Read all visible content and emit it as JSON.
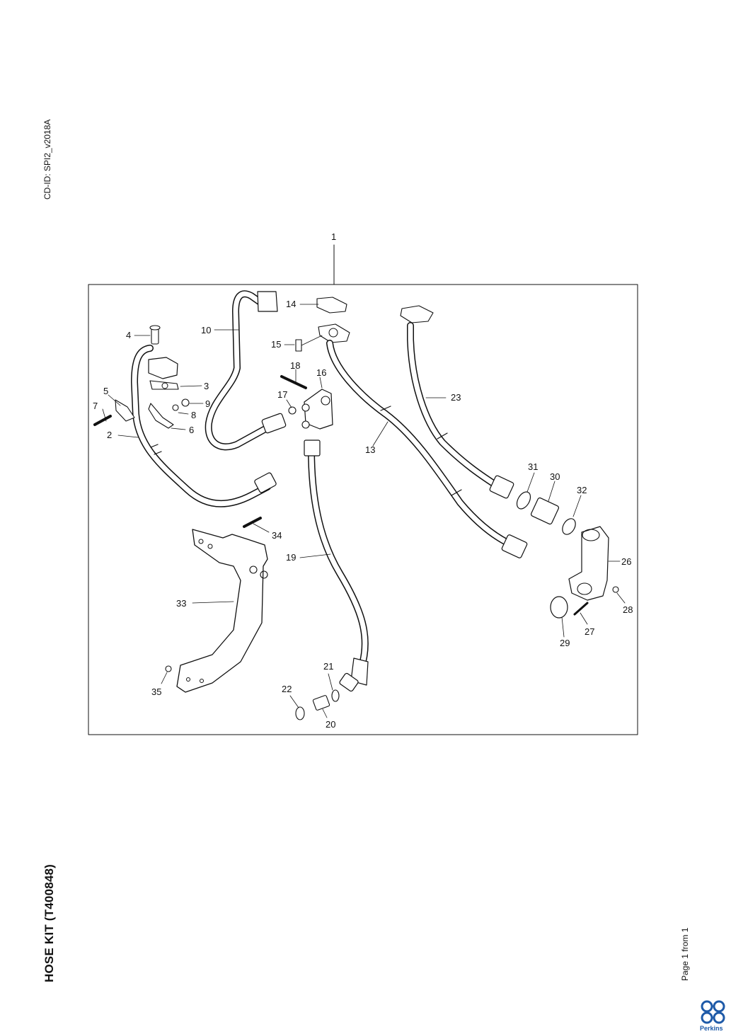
{
  "document": {
    "cd_id": "CD-ID: SPI2_v2018A",
    "title": "HOSE KIT (T400848)",
    "page_info": "Page 1 from 1",
    "brand": "Perkins",
    "brand_color": "#1e5aa8"
  },
  "diagram": {
    "callouts": [
      "1",
      "2",
      "3",
      "4",
      "5",
      "6",
      "7",
      "8",
      "9",
      "10",
      "13",
      "14",
      "15",
      "16",
      "17",
      "18",
      "19",
      "20",
      "21",
      "22",
      "23",
      "26",
      "27",
      "28",
      "29",
      "30",
      "31",
      "32",
      "33",
      "34",
      "35"
    ]
  }
}
